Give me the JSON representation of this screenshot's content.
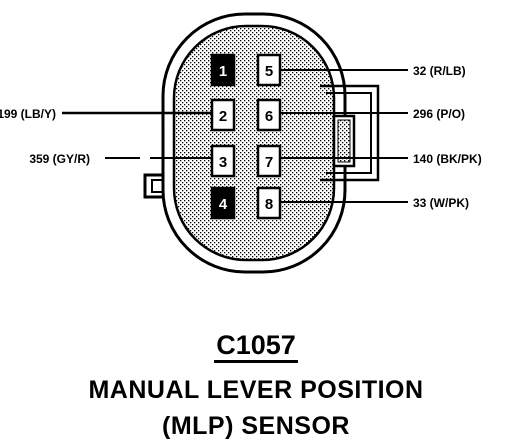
{
  "connector": {
    "id": "C1057",
    "name_line1": "MANUAL LEVER POSITION",
    "name_line2": "(MLP) SENSOR"
  },
  "pins": [
    {
      "num": "1",
      "blank": true
    },
    {
      "num": "2",
      "blank": false
    },
    {
      "num": "3",
      "blank": false
    },
    {
      "num": "4",
      "blank": true
    },
    {
      "num": "5",
      "blank": false
    },
    {
      "num": "6",
      "blank": false
    },
    {
      "num": "7",
      "blank": false
    },
    {
      "num": "8",
      "blank": false
    }
  ],
  "wires": {
    "left": [
      {
        "pin": "2",
        "label": "199 (LB/Y)"
      },
      {
        "pin": "3",
        "label": "359 (GY/R)"
      }
    ],
    "right": [
      {
        "pin": "5",
        "label": "32 (R/LB)"
      },
      {
        "pin": "6",
        "label": "296 (P/O)"
      },
      {
        "pin": "7",
        "label": "140 (BK/PK)"
      },
      {
        "pin": "8",
        "label": "33 (W/PK)"
      }
    ]
  }
}
